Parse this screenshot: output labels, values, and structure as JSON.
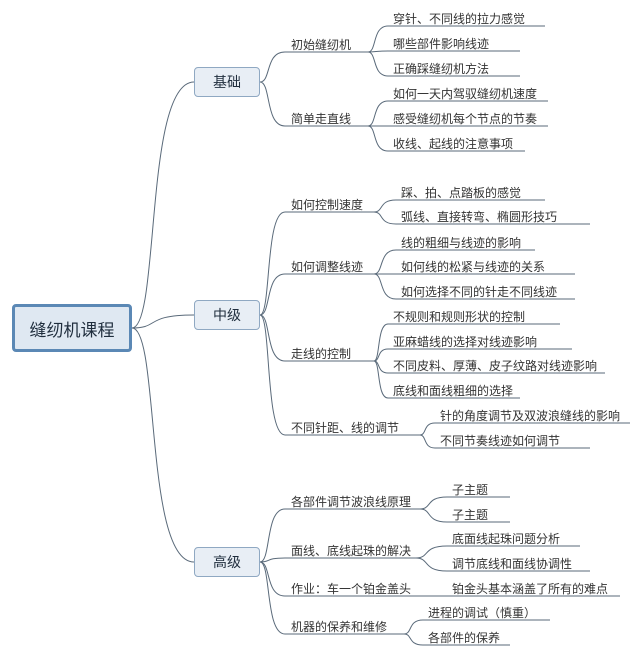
{
  "root": "缝纫机课程",
  "branches": [
    {
      "label": "基础",
      "children": [
        {
          "label": "初始缝纫机",
          "children": [
            "穿针、不同线的拉力感觉",
            "哪些部件影响线迹",
            "正确踩缝纫机方法"
          ]
        },
        {
          "label": "简单走直线",
          "children": [
            "如何一天内驾驭缝纫机速度",
            "感受缝纫机每个节点的节奏",
            "收线、起线的注意事项"
          ]
        }
      ]
    },
    {
      "label": "中级",
      "children": [
        {
          "label": "如何控制速度",
          "children": [
            "踩、拍、点踏板的感觉",
            "弧线、直接转弯、椭圆形技巧"
          ]
        },
        {
          "label": "如何调整线迹",
          "children": [
            "线的粗细与线迹的影响",
            "如何线的松紧与线迹的关系",
            "如何选择不同的针走不同线迹"
          ]
        },
        {
          "label": "走线的控制",
          "children": [
            "不规则和规则形状的控制",
            "亚麻蜡线的选择对线迹影响",
            "不同皮料、厚薄、皮子纹路对线迹影响",
            "底线和面线粗细的选择"
          ]
        },
        {
          "label": "不同针距、线的调节",
          "children": [
            "针的角度调节及双波浪缝线的影响",
            "不同节奏线迹如何调节"
          ]
        }
      ]
    },
    {
      "label": "高级",
      "children": [
        {
          "label": "各部件调节波浪线原理",
          "children": [
            "子主题",
            "子主题"
          ]
        },
        {
          "label": "面线、底线起珠的解决",
          "children": [
            "底面线起珠问题分析",
            "调节底线和面线协调性"
          ]
        },
        {
          "label": "作业：车一个铂金盖头",
          "children": [
            "铂金头基本涵盖了所有的难点"
          ]
        },
        {
          "label": "机器的保养和维修",
          "children": [
            "进程的调试（慎重）",
            "各部件的保养"
          ]
        }
      ]
    }
  ]
}
